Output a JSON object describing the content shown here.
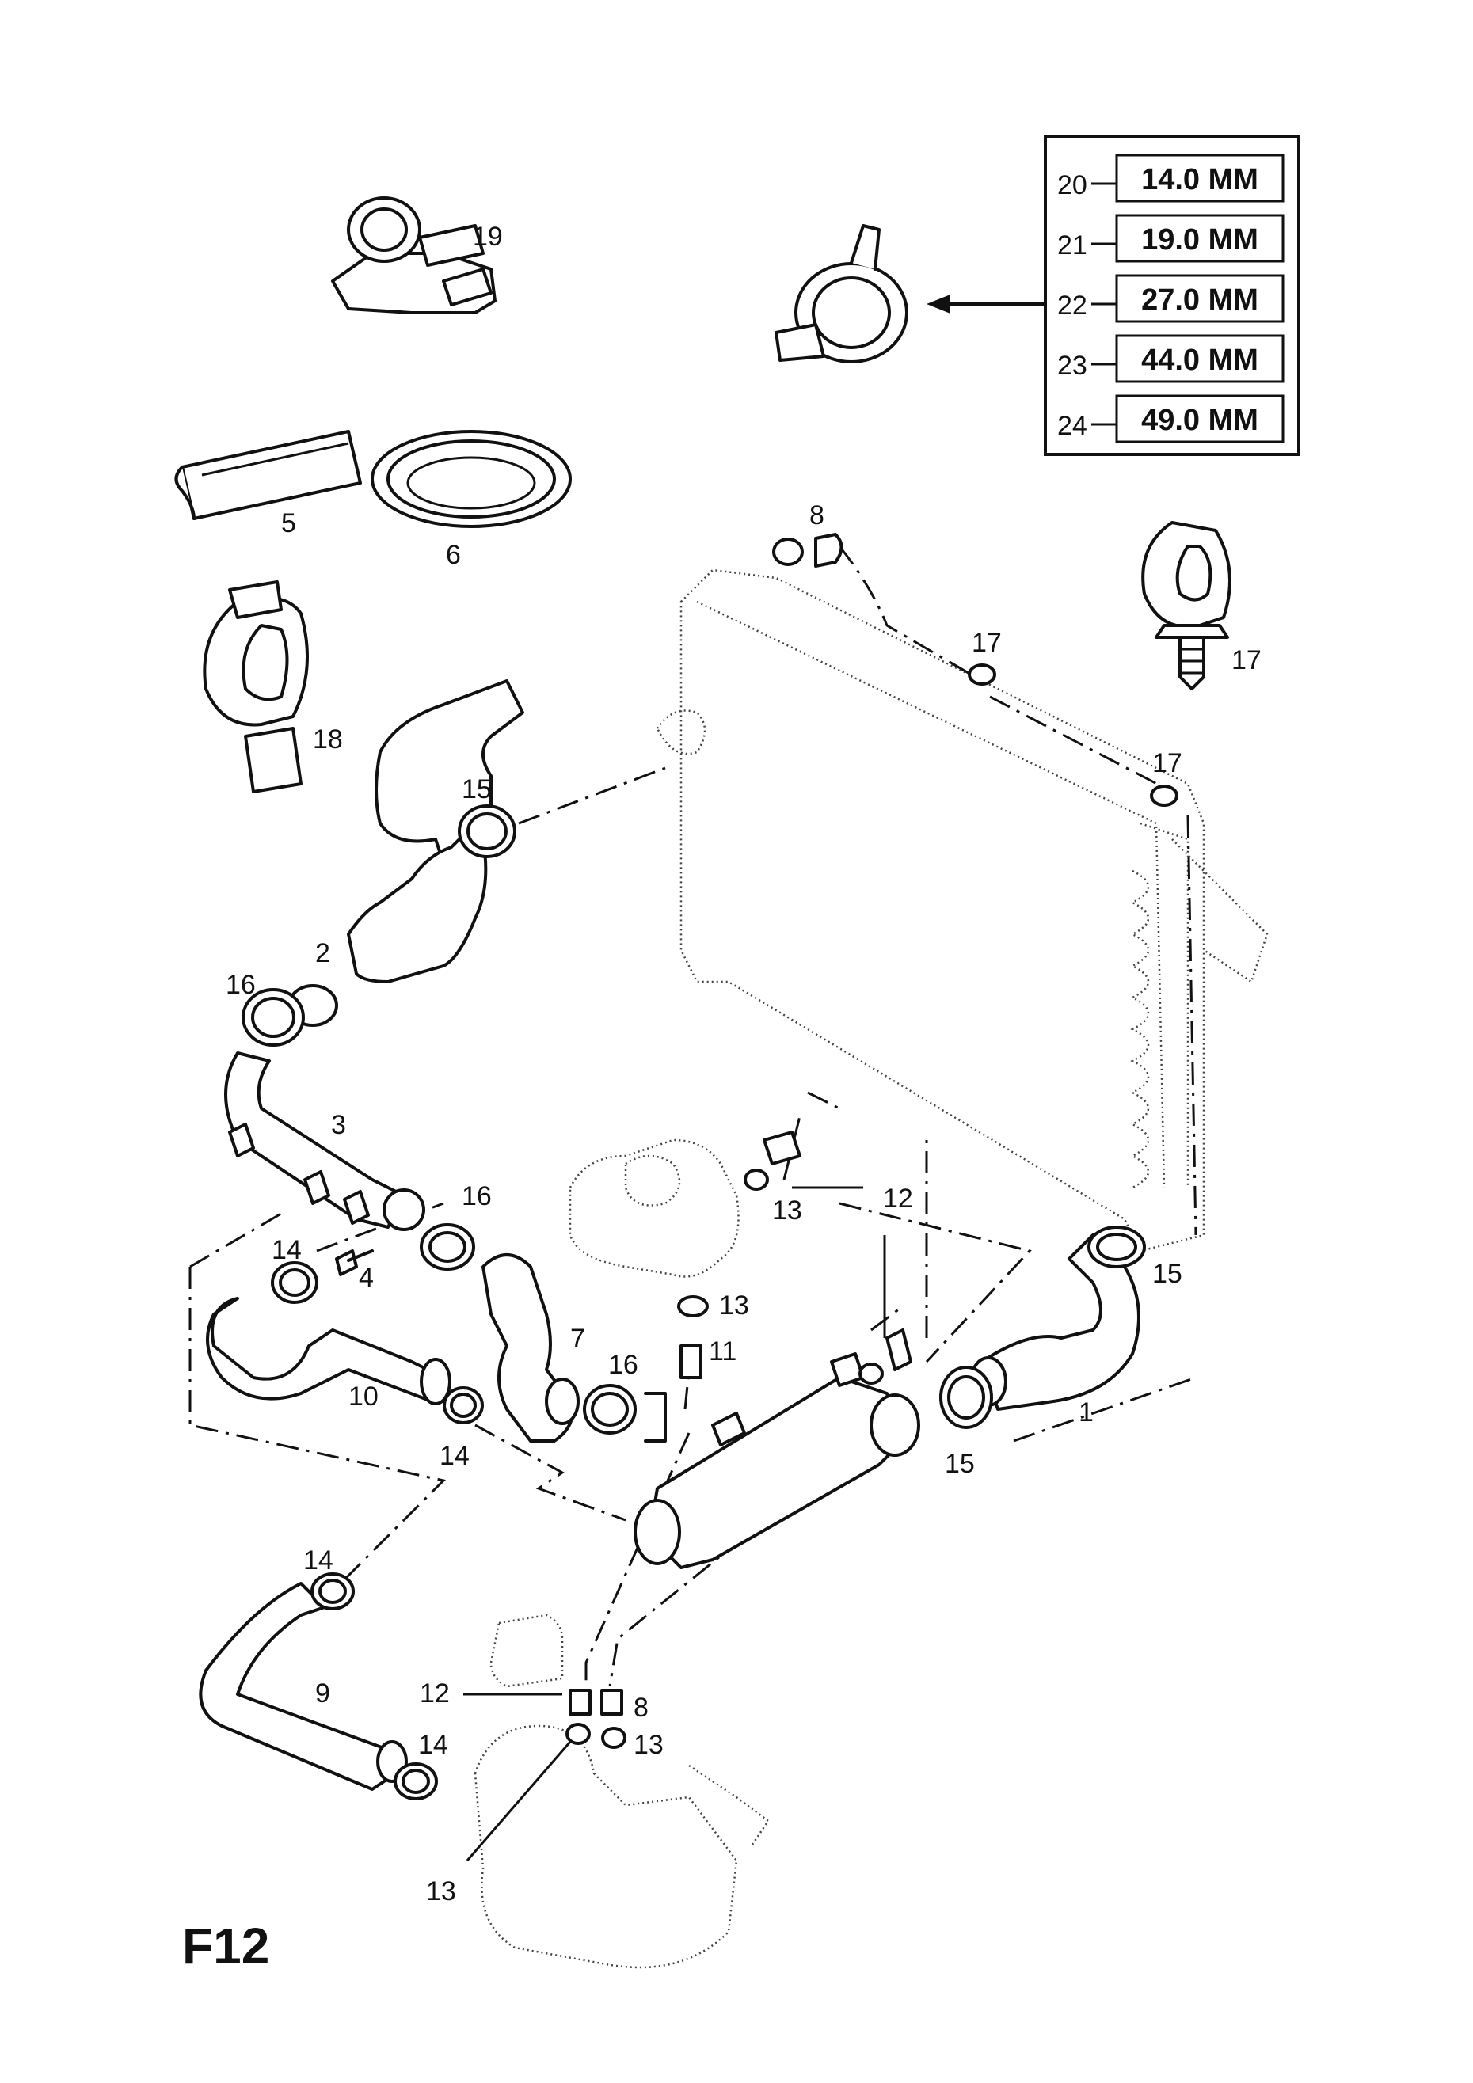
{
  "diagram": {
    "code": "F12",
    "callouts": [
      "1",
      "2",
      "3",
      "4",
      "5",
      "6",
      "7",
      "8",
      "9",
      "10",
      "11",
      "12",
      "13",
      "14",
      "15",
      "16",
      "17",
      "18",
      "19"
    ],
    "sizes": [
      {
        "ref": "20",
        "size": "14.0 MM"
      },
      {
        "ref": "21",
        "size": "19.0 MM"
      },
      {
        "ref": "22",
        "size": "27.0 MM"
      },
      {
        "ref": "23",
        "size": "44.0 MM"
      },
      {
        "ref": "24",
        "size": "49.0 MM"
      }
    ]
  }
}
